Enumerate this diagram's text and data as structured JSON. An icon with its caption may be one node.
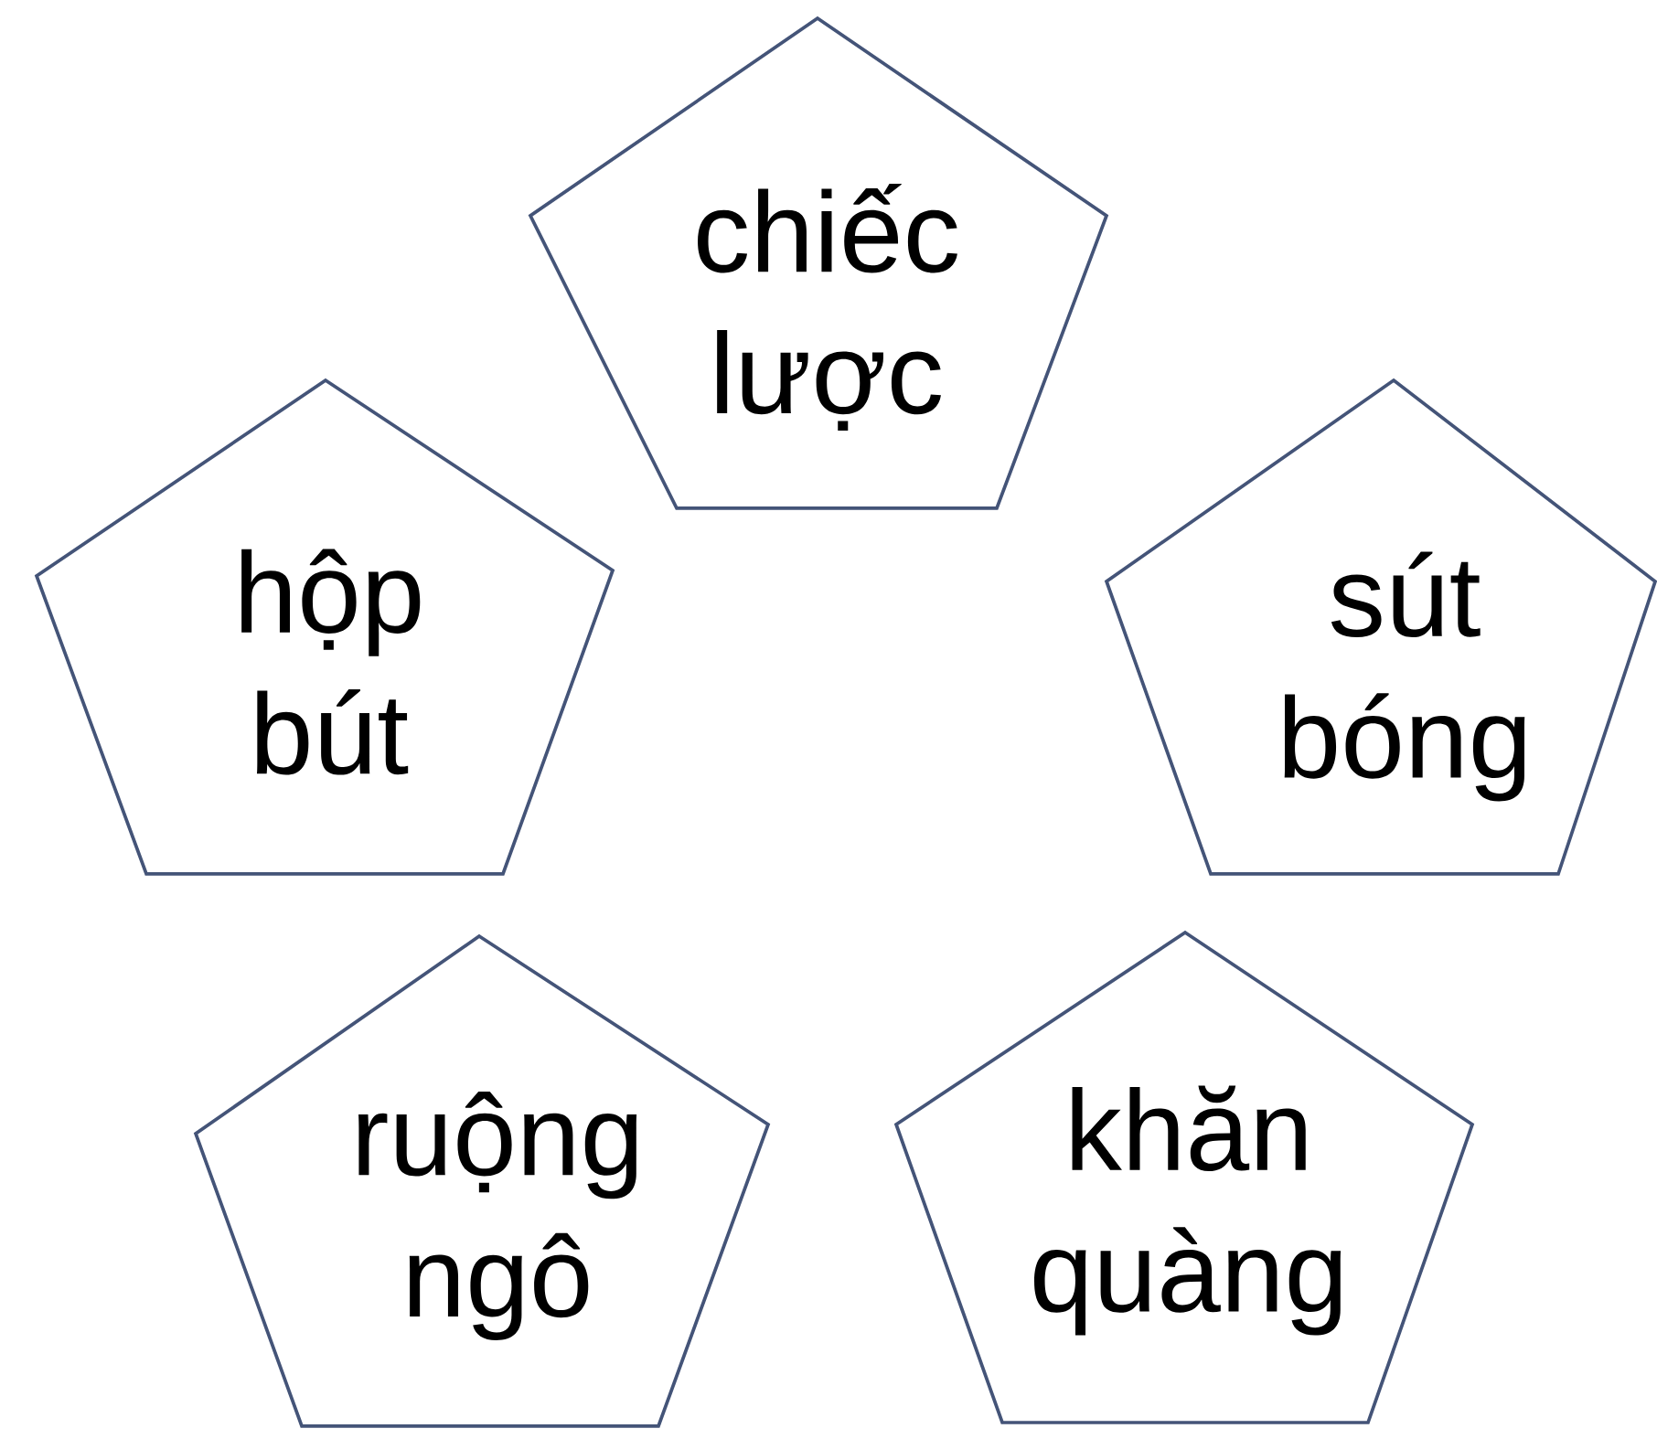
{
  "diagram": {
    "nodes": [
      {
        "text": [
          "chiếc lược"
        ]
      },
      {
        "text": [
          "hộp bút"
        ]
      },
      {
        "text": [
          "sút bóng"
        ]
      },
      {
        "text": [
          "ruộng ngô"
        ]
      },
      {
        "text": [
          "khăn quàng"
        ]
      }
    ]
  }
}
